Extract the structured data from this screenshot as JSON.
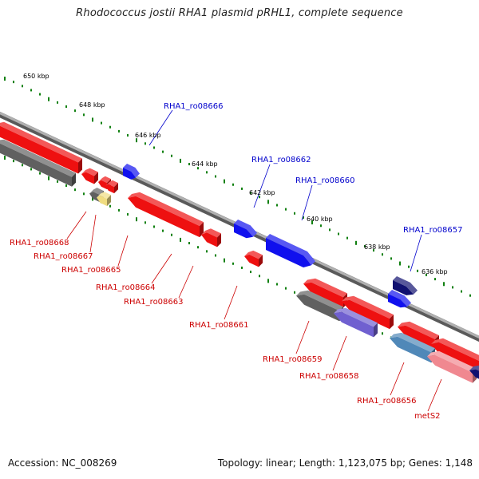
{
  "title": "Rhodococcus jostii RHA1 plasmid pRHL1, complete sequence",
  "footer": {
    "accession": "Accession: NC_008269",
    "topology": "Topology: linear; Length: 1,123,075 bp; Genes: 1,148"
  },
  "colors": {
    "forward_gene": "#1010ee",
    "forward_gene_dark": "#101070",
    "reverse_gene": "#ee1010",
    "reverse_gene_light": "#f08890",
    "pseudo_gene": "#606060",
    "purple_gene": "#7060d0",
    "steel_gene": "#5088b8",
    "rrna_gene": "#f0dc80",
    "backbone": "#909090",
    "tick": "#108010",
    "forward_label": "#0000cc",
    "reverse_label": "#cc0000"
  },
  "scale": {
    "unit": "kbp",
    "tick_labels": [
      "650 kbp",
      "648 kbp",
      "646 kbp",
      "644 kbp",
      "642 kbp",
      "640 kbp",
      "638 kbp",
      "636 kbp"
    ]
  },
  "forward_labels": [
    {
      "id": "RHA1_ro08666",
      "text": "RHA1_ro08666"
    },
    {
      "id": "RHA1_ro08662",
      "text": "RHA1_ro08662"
    },
    {
      "id": "RHA1_ro08660",
      "text": "RHA1_ro08660"
    },
    {
      "id": "RHA1_ro08657",
      "text": "RHA1_ro08657"
    }
  ],
  "reverse_labels": [
    {
      "id": "RHA1_ro08668",
      "text": "RHA1_ro08668"
    },
    {
      "id": "RHA1_ro08667",
      "text": "RHA1_ro08667"
    },
    {
      "id": "RHA1_ro08665",
      "text": "RHA1_ro08665"
    },
    {
      "id": "RHA1_ro08664",
      "text": "RHA1_ro08664"
    },
    {
      "id": "RHA1_ro08663",
      "text": "RHA1_ro08663"
    },
    {
      "id": "RHA1_ro08661",
      "text": "RHA1_ro08661"
    },
    {
      "id": "RHA1_ro08659",
      "text": "RHA1_ro08659"
    },
    {
      "id": "RHA1_ro08658",
      "text": "RHA1_ro08658"
    },
    {
      "id": "RHA1_ro08656",
      "text": "RHA1_ro08656"
    },
    {
      "id": "metS2",
      "text": "metS2"
    }
  ]
}
